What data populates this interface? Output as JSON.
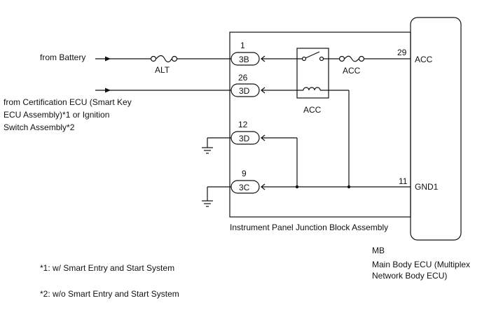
{
  "inputs": {
    "battery": "from Battery",
    "cert_line1": "from Certification ECU (Smart Key",
    "cert_line2": "ECU Assembly)*1 or Ignition",
    "cert_line3": "Switch Assembly*2"
  },
  "fuses": {
    "alt": "ALT",
    "acc": "ACC"
  },
  "relay_label": "ACC",
  "junction_block": {
    "label": "Instrument Panel Junction Block Assembly",
    "connectors": [
      {
        "pin": "1",
        "code": "3B"
      },
      {
        "pin": "26",
        "code": "3D"
      },
      {
        "pin": "12",
        "code": "3D"
      },
      {
        "pin": "9",
        "code": "3C"
      }
    ]
  },
  "ecu": {
    "pins": [
      {
        "pin": "29",
        "name": "ACC"
      },
      {
        "pin": "11",
        "name": "GND1"
      }
    ],
    "code": "MB",
    "name_line1": "Main Body ECU (Multiplex",
    "name_line2": "Network Body ECU)"
  },
  "notes": [
    "*1: w/ Smart Entry and Start System",
    "*2: w/o Smart Entry and Start System"
  ]
}
